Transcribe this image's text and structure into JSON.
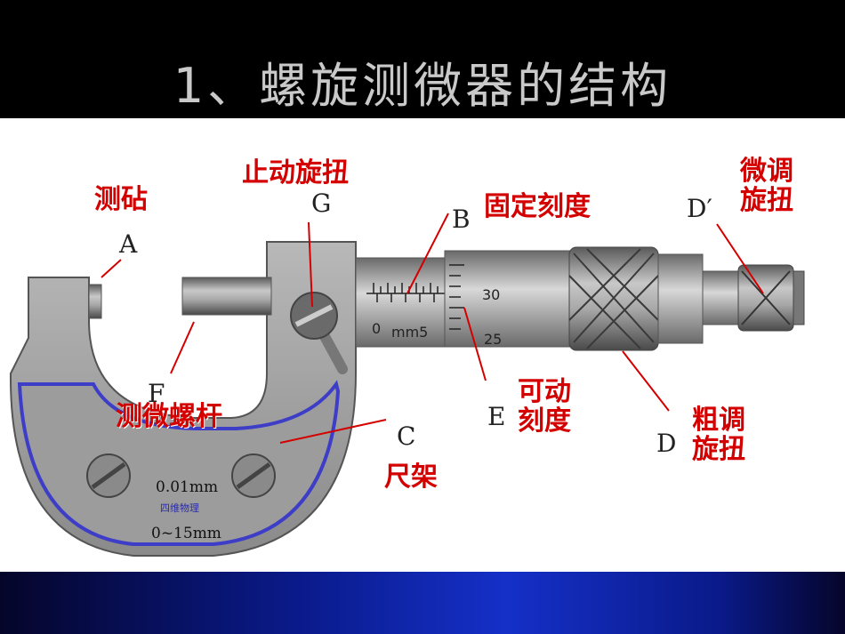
{
  "title": "1、螺旋测微器的结构",
  "labels": {
    "anvil": "测砧",
    "lock": "止动旋扭",
    "fixed_scale": "固定刻度",
    "fine_knob": "微调旋扭",
    "spindle": "测微螺杆",
    "thimble_scale": "可动刻度",
    "frame": "尺架",
    "coarse_knob": "粗调旋扭"
  },
  "letters": {
    "A": "A",
    "G": "G",
    "B": "B",
    "D_prime": "D′",
    "F": "F",
    "C": "C",
    "E": "E",
    "D": "D"
  },
  "instrument": {
    "resolution": "0.01mm",
    "brand": "四维物理",
    "range": "0~15mm",
    "scale_zero": "0",
    "scale_five": "mm5",
    "thimble_30": "30",
    "thimble_25": "25"
  },
  "colors": {
    "label_red": "#d40000",
    "frame_blue": "#3d3dc8",
    "metal_grey": "#9a9a9a"
  }
}
